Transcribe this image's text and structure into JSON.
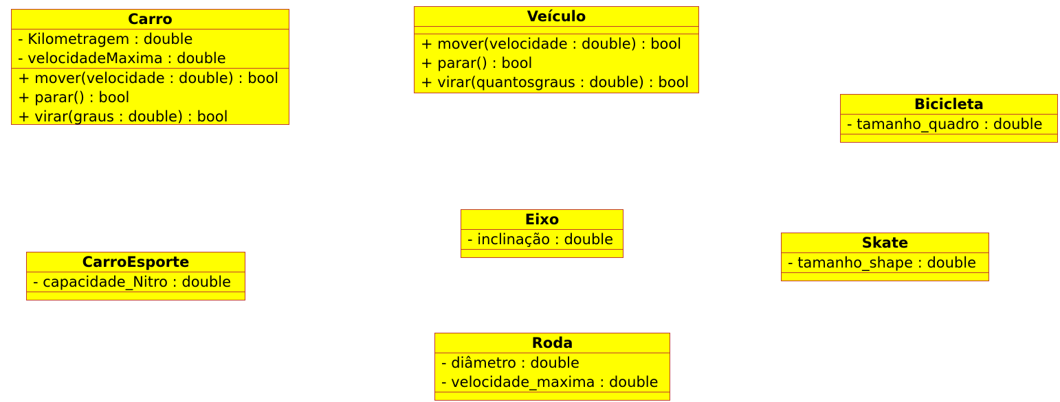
{
  "classes": {
    "carro": {
      "name": "Carro",
      "attributes": [
        "- Kilometragem : double",
        "- velocidadeMaxima : double"
      ],
      "methods": [
        "+ mover(velocidade : double) : bool",
        "+ parar() : bool",
        "+ virar(graus : double) : bool"
      ]
    },
    "veiculo": {
      "name": "Veículo",
      "attributes": [],
      "methods": [
        "+ mover(velocidade : double) : bool",
        "+ parar() : bool",
        "+ virar(quantosgraus : double) : bool"
      ]
    },
    "bicicleta": {
      "name": "Bicicleta",
      "attributes": [
        "- tamanho_quadro : double"
      ],
      "methods": []
    },
    "eixo": {
      "name": "Eixo",
      "attributes": [
        "- inclinação : double"
      ],
      "methods": []
    },
    "skate": {
      "name": "Skate",
      "attributes": [
        "- tamanho_shape : double"
      ],
      "methods": []
    },
    "carroesporte": {
      "name": "CarroEsporte",
      "attributes": [
        "- capacidade_Nitro : double"
      ],
      "methods": []
    },
    "roda": {
      "name": "Roda",
      "attributes": [
        "- diâmetro : double",
        "- velocidade_maxima : double"
      ],
      "methods": []
    }
  }
}
